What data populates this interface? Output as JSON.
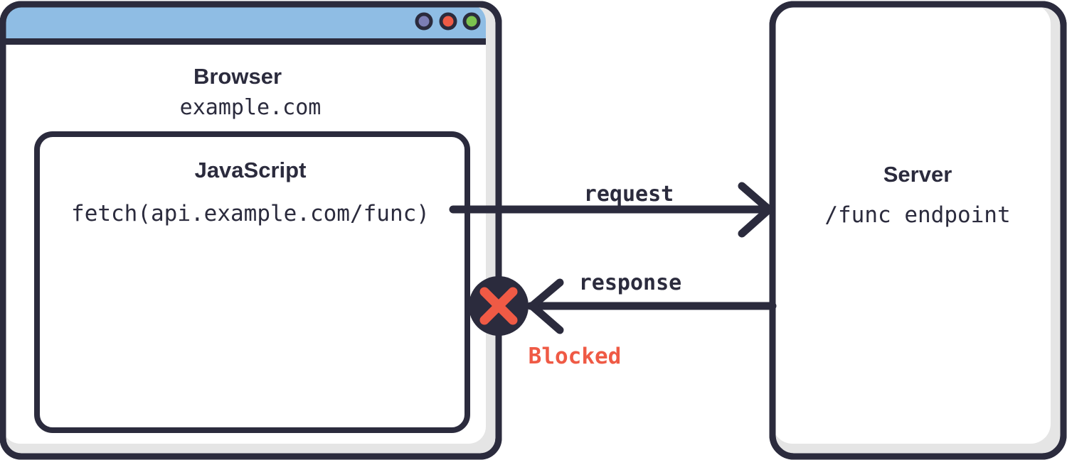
{
  "diagram": {
    "title": "Browser same-origin request blocked by CORS",
    "type": "sequence-flow"
  },
  "colors": {
    "ink": "#2b2b3d",
    "titlebar": "#8fbde4",
    "shadow": "#e5e5e5",
    "panel": "#ffffff",
    "danger": "#ef5a45",
    "dot_purple": "#7c7eb5",
    "dot_red": "#ef5a45",
    "dot_green": "#7cc24f"
  },
  "browser": {
    "name": "browser-window",
    "title": "Browser",
    "url": "example.com",
    "traffic_lights": [
      {
        "name": "window-dot-purple",
        "color": "#7c7eb5"
      },
      {
        "name": "window-dot-red",
        "color": "#ef5a45"
      },
      {
        "name": "window-dot-green",
        "color": "#7cc24f"
      }
    ],
    "script_box": {
      "title": "JavaScript",
      "code": "fetch(api.example.com/func)"
    }
  },
  "server": {
    "name": "server-box",
    "title": "Server",
    "endpoint": "/func endpoint"
  },
  "flows": [
    {
      "id": "request",
      "label": "request",
      "direction": "browser-to-server",
      "blocked": false
    },
    {
      "id": "response",
      "label": "response",
      "direction": "server-to-browser",
      "blocked": true
    }
  ],
  "blocked_marker": {
    "label": "Blocked",
    "icon": "x-mark",
    "color": "#ef5a45"
  }
}
